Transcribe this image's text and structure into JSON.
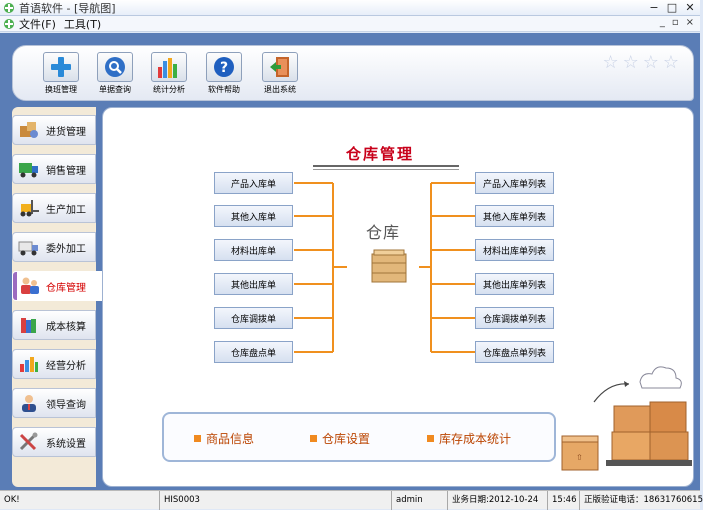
{
  "window": {
    "title": "首语软件 - [导航图]",
    "minimize": "−",
    "maximize": "□",
    "close": "✕"
  },
  "menu": {
    "items": [
      "文件(F)",
      "工具(T)"
    ],
    "mdi_minimize": "_",
    "mdi_restore": "▫",
    "mdi_close": "×"
  },
  "toolbar": {
    "buttons": [
      {
        "label": "换班管理",
        "icon": "plus-icon"
      },
      {
        "label": "单据查询",
        "icon": "search-icon"
      },
      {
        "label": "统计分析",
        "icon": "bar-chart-icon"
      },
      {
        "label": "软件帮助",
        "icon": "help-icon"
      },
      {
        "label": "退出系统",
        "icon": "exit-icon"
      }
    ]
  },
  "sidebar": {
    "items": [
      {
        "label": "进货管理",
        "icon": "receiving-icon"
      },
      {
        "label": "销售管理",
        "icon": "truck-icon"
      },
      {
        "label": "生产加工",
        "icon": "forklift-icon"
      },
      {
        "label": "委外加工",
        "icon": "delivery-truck-icon"
      },
      {
        "label": "仓库管理",
        "icon": "warehouse-people-icon",
        "active": true
      },
      {
        "label": "成本核算",
        "icon": "books-icon"
      },
      {
        "label": "经营分析",
        "icon": "analysis-icon"
      },
      {
        "label": "领导查询",
        "icon": "manager-icon"
      },
      {
        "label": "系统设置",
        "icon": "tools-icon"
      }
    ]
  },
  "main": {
    "title": "仓库管理",
    "center_label": "仓库",
    "left_buttons": [
      "产品入库单",
      "其他入库单",
      "材料出库单",
      "其他出库单",
      "仓库调拨单",
      "仓库盘点单"
    ],
    "right_buttons": [
      "产品入库单列表",
      "其他入库单列表",
      "材料出库单列表",
      "其他出库单列表",
      "仓库调拨单列表",
      "仓库盘点单列表"
    ],
    "bottom_links": [
      "商品信息",
      "仓库设置",
      "库存成本统计"
    ]
  },
  "status": {
    "cells": [
      "OK!",
      "HIS0003",
      "admin",
      "业务日期:2012-10-24",
      "15:46",
      "正版验证电话：18631760615"
    ]
  },
  "colors": {
    "accent_red": "#c8001a",
    "connector_orange": "#f0901e",
    "frame_blue": "#5a7db6"
  }
}
